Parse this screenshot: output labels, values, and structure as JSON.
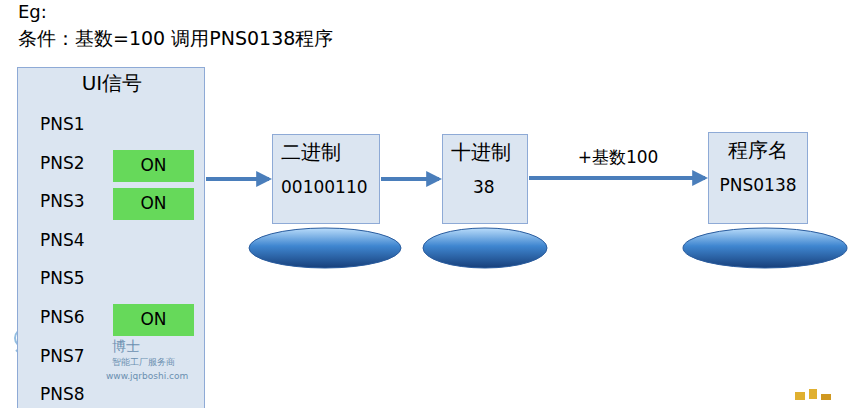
{
  "diagram": {
    "nodes": [
      {
        "text": [
          "UI信号",
          "PNS1",
          "PNS2",
          "PNS3",
          "PNS4",
          "PNS5",
          "PNS6",
          "PNS7",
          "PNS8"
        ]
      },
      {
        "text": [
          "ON"
        ],
        "in": 0
      },
      {
        "text": [
          "ON"
        ],
        "in": 0
      },
      {
        "text": [
          "ON"
        ],
        "in": 0
      },
      {
        "text": [
          "二进制",
          "00100110"
        ]
      },
      {
        "text": [
          "十进制",
          "38"
        ]
      },
      {
        "text": [
          "程序名",
          "PNS0138"
        ]
      }
    ],
    "edges": [
      {
        "from": 0,
        "to": 4,
        "arrow": "to"
      },
      {
        "from": 4,
        "to": 5,
        "arrow": "to"
      },
      {
        "from": 5,
        "to": 6,
        "label": "+基数100",
        "arrow": "to"
      }
    ],
    "labels": [
      "Eg:",
      "条件：基数=100 调用PNS0138程序",
      "博士",
      "智能工厂服务商",
      "www.jqrboshi.com"
    ]
  }
}
